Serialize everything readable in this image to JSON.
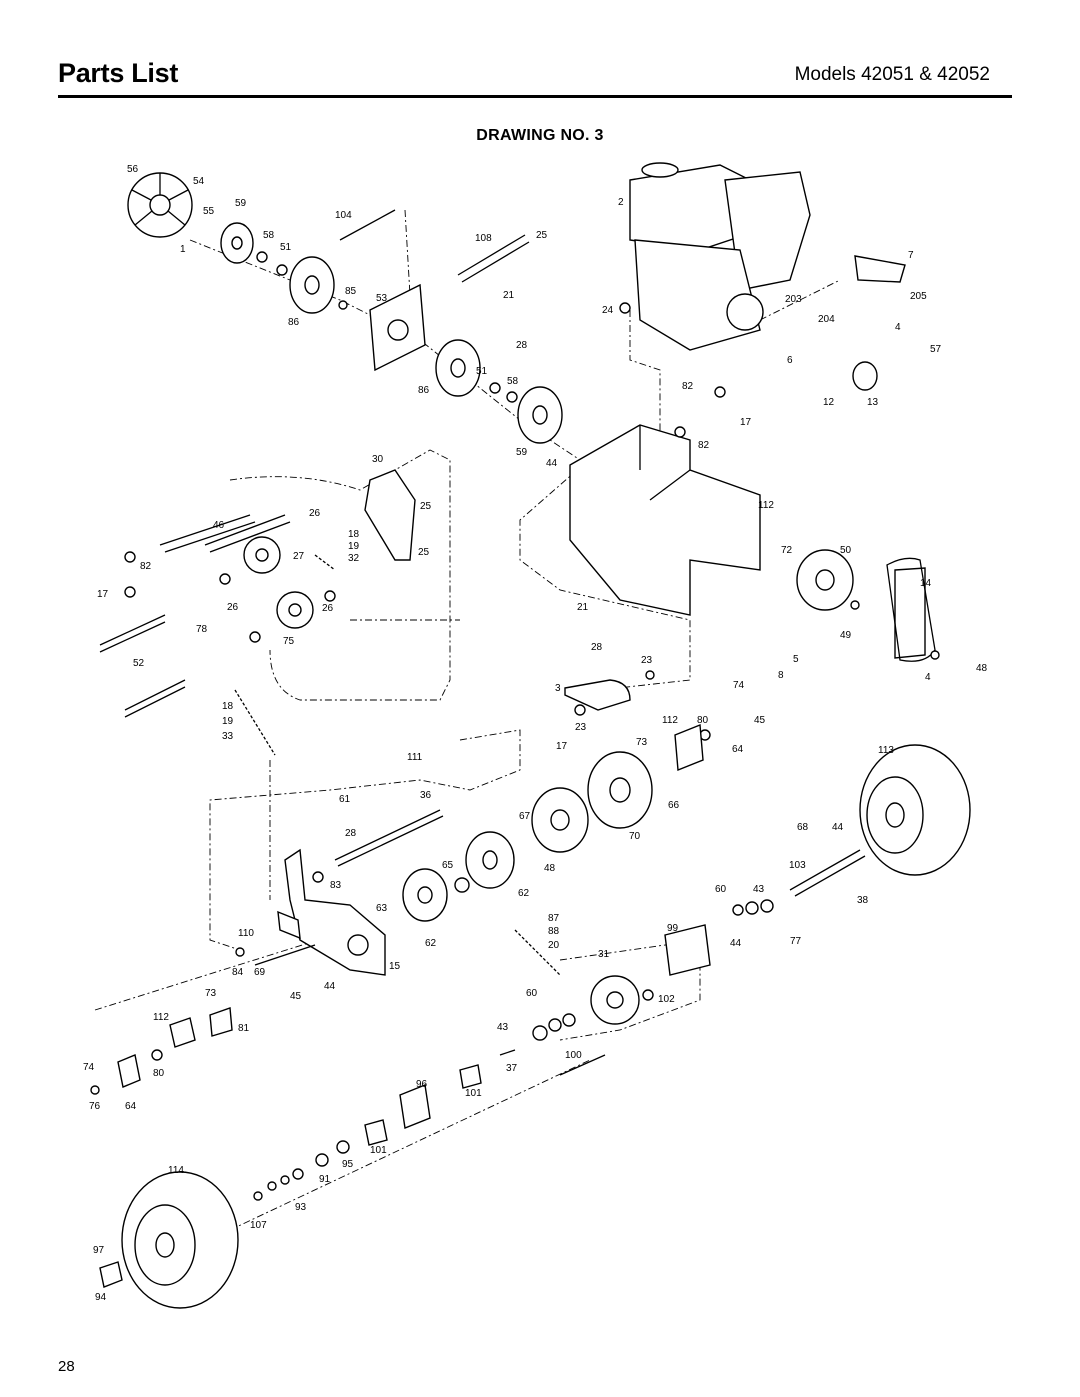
{
  "header": {
    "title": "Parts List",
    "models": "Models 42051 & 42052"
  },
  "drawing_title": "DRAWING NO. 3",
  "page_number": "28",
  "callouts": [
    "56",
    "54",
    "55",
    "59",
    "1",
    "58",
    "51",
    "104",
    "108",
    "25",
    "2",
    "7",
    "85",
    "53",
    "21",
    "24",
    "203",
    "205",
    "86",
    "28",
    "204",
    "4",
    "57",
    "6",
    "51",
    "58",
    "86",
    "82",
    "12",
    "13",
    "17",
    "82",
    "59",
    "44",
    "30",
    "112",
    "25",
    "26",
    "46",
    "18",
    "19",
    "25",
    "32",
    "27",
    "72",
    "50",
    "82",
    "14",
    "17",
    "26",
    "26",
    "78",
    "75",
    "21",
    "28",
    "49",
    "52",
    "23",
    "5",
    "48",
    "3",
    "74",
    "8",
    "4",
    "18",
    "19",
    "33",
    "23",
    "112",
    "80",
    "45",
    "17",
    "73",
    "64",
    "111",
    "113",
    "36",
    "61",
    "67",
    "66",
    "68",
    "44",
    "28",
    "70",
    "65",
    "48",
    "103",
    "83",
    "62",
    "60",
    "43",
    "38",
    "63",
    "87",
    "110",
    "62",
    "88",
    "99",
    "20",
    "77",
    "31",
    "44",
    "15",
    "84",
    "69",
    "73",
    "45",
    "44",
    "60",
    "102",
    "112",
    "81",
    "43",
    "74",
    "80",
    "100",
    "37",
    "76",
    "64",
    "96",
    "101",
    "101",
    "114",
    "91",
    "95",
    "93",
    "107",
    "97",
    "94"
  ]
}
